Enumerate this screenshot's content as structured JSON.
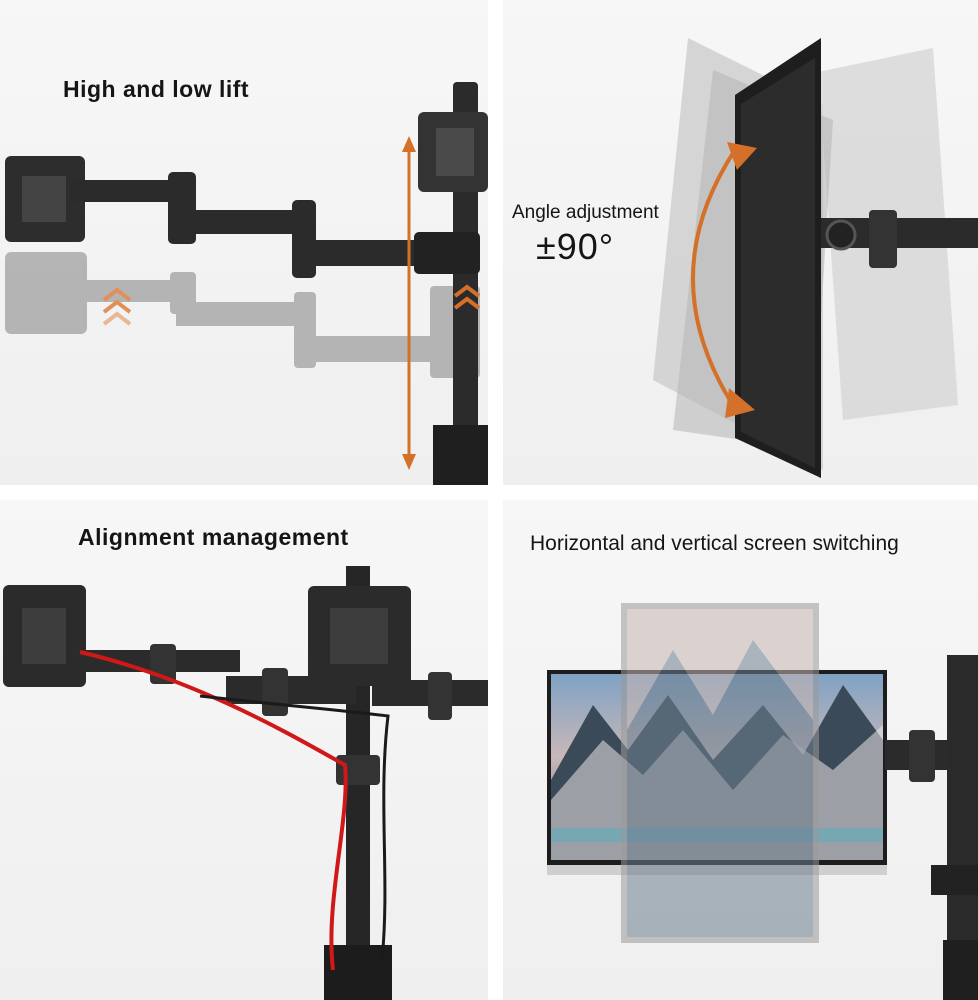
{
  "panels": {
    "lift": {
      "caption": "High and low lift"
    },
    "angle": {
      "caption": "Angle adjustment",
      "value": "±90°"
    },
    "alignment": {
      "caption": "Alignment management"
    },
    "rotation": {
      "caption": "Horizontal and vertical screen switching"
    }
  },
  "colors": {
    "accent": "#d4702a",
    "metal": "#2b2b2b",
    "ghost": "#bdbdbd",
    "cable_red": "#d01818",
    "cable_black": "#1a1a1a"
  },
  "icons": [
    "double-chevron-up-icon",
    "double-headed-arrow-icon",
    "curved-arrow-icon"
  ]
}
